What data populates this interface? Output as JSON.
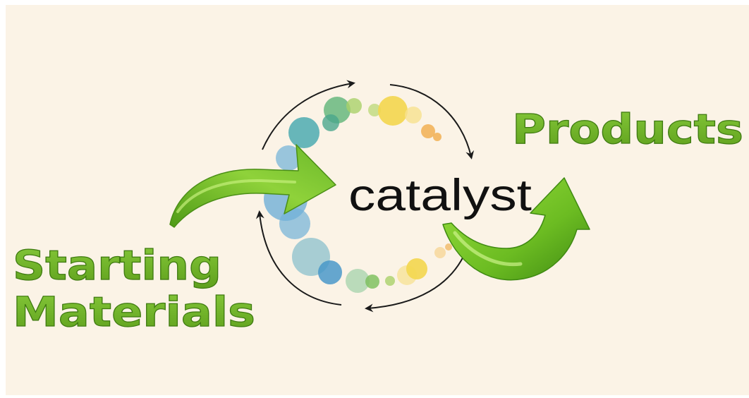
{
  "labels": {
    "start_line1": "Starting",
    "start_line2": "Materials",
    "catalyst": "catalyst",
    "products": "Products"
  },
  "colors": {
    "background": "#fbf3e6",
    "label_green": "#6aae22",
    "arrow_green": "#7cc52b",
    "cycle_arrow": "#1a1a1a",
    "catalyst_text": "#111111"
  },
  "icons": {
    "start_arrow": "curved-arrow-right",
    "product_arrow": "curved-arrow-up-right",
    "cycle": "circular-cycle-arrows"
  }
}
